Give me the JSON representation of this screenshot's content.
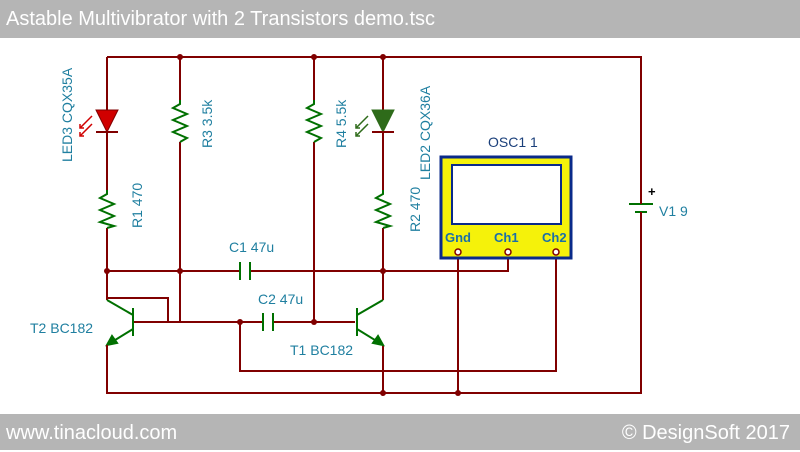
{
  "header": {
    "title": "Astable Multivibrator with 2 Transistors demo.tsc"
  },
  "footer": {
    "left_text": "www.tinacloud.com",
    "right_text": "© DesignSoft 2017"
  },
  "components": {
    "led3": "LED3 CQX35A",
    "led2": "LED2 CQX36A",
    "r3": "R3 3.5k",
    "r4": "R4 5.5k",
    "r1": "R1 470",
    "r2": "R2 470",
    "c1": "C1 47u",
    "c2": "C2 47u",
    "t2": "T2 BC182",
    "t1": "T1 BC182",
    "v1": "V1 9",
    "v1_plus": "+"
  },
  "oscilloscope": {
    "title": "OSC1 1",
    "ch_gnd": "Gnd",
    "ch1": "Ch1",
    "ch2": "Ch2"
  },
  "colors": {
    "wire": "#800000",
    "led_red": "#d00000",
    "led_green": "#2e6b1a",
    "osc_body": "#f5f20a",
    "osc_border": "#0a2a8a",
    "label": "#1f7fa0"
  }
}
